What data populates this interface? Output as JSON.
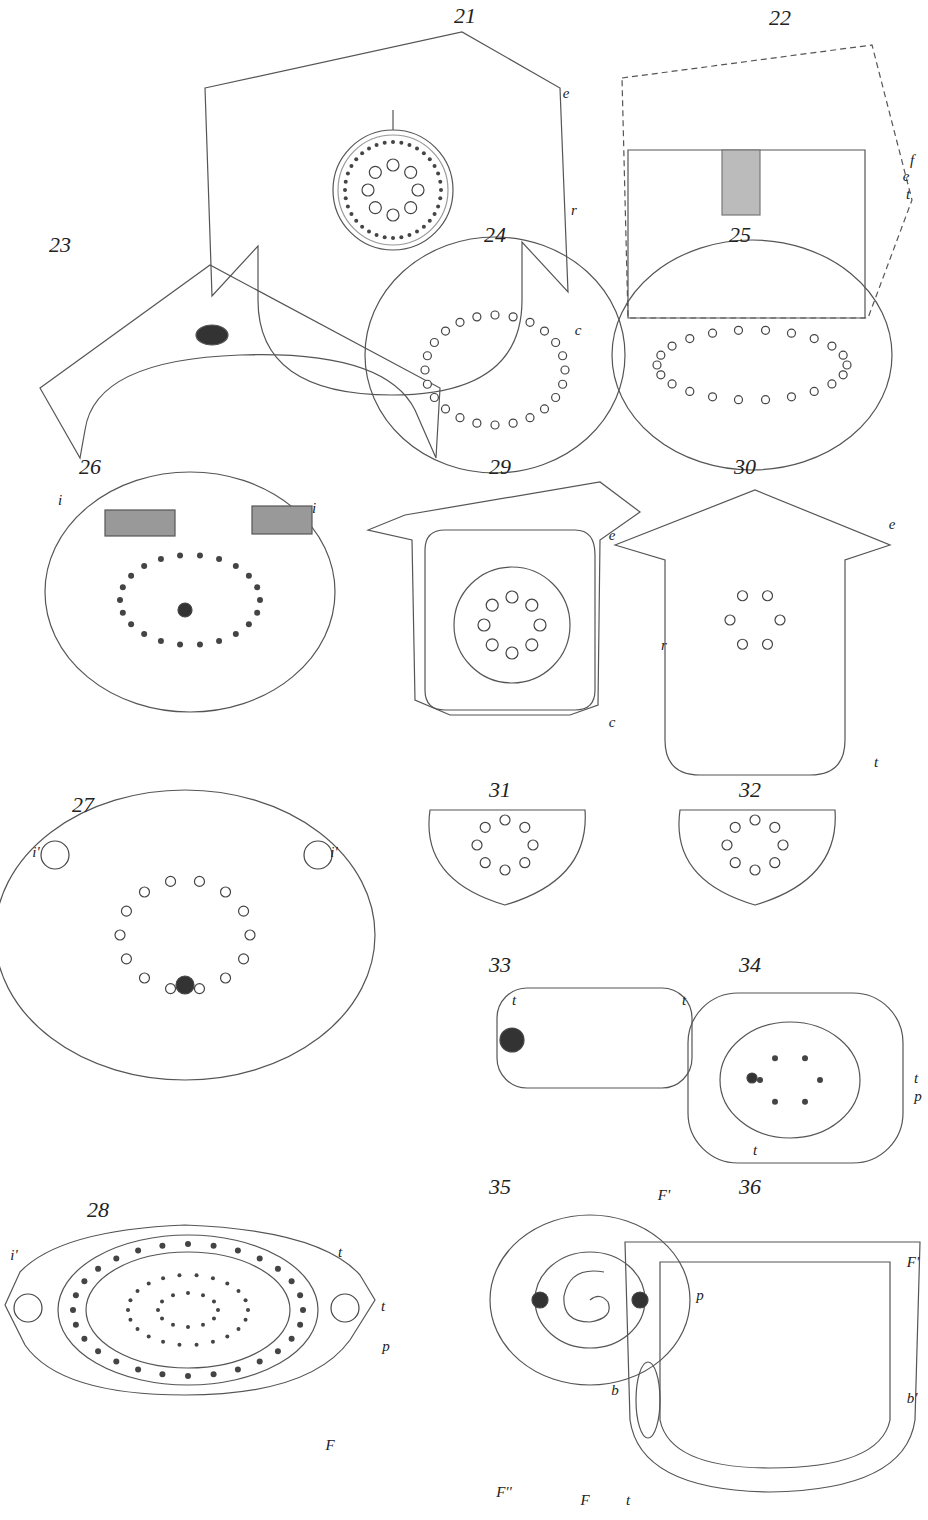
{
  "diagram": {
    "labels": [
      "21",
      "22",
      "23",
      "24",
      "25",
      "26",
      "29",
      "30",
      "27",
      "31",
      "32",
      "33",
      "34",
      "28",
      "35",
      "36",
      "e",
      "r",
      "c",
      "f",
      "e",
      "t",
      "i",
      "i",
      "e",
      "r",
      "c",
      "e",
      "t",
      "i'",
      "i'",
      "t",
      "t",
      "t",
      "p",
      "t",
      "t",
      "i'",
      "t",
      "p",
      "F",
      "F'",
      "p",
      "F''",
      "F",
      "F'",
      "b",
      "b'",
      "t"
    ]
  }
}
